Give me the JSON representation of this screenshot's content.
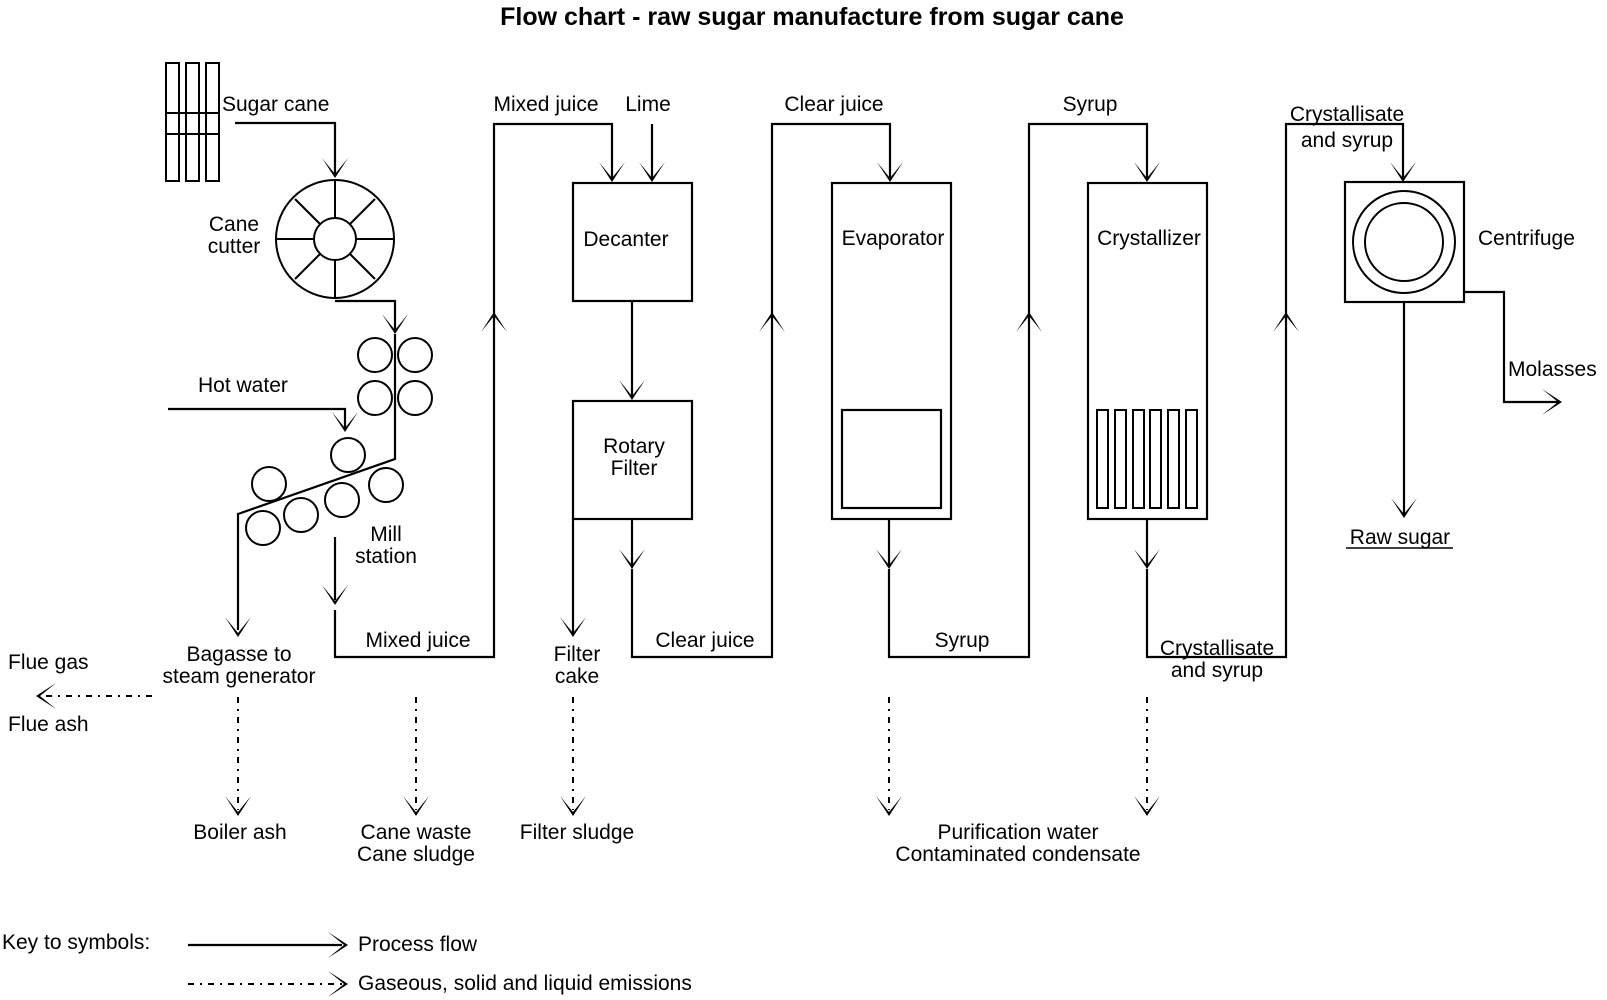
{
  "title": "Flow chart - raw sugar manufacture from sugar cane",
  "colors": {
    "line": "#000000",
    "background": "#ffffff"
  },
  "equipment": {
    "cane_cutter": [
      "Cane",
      "cutter"
    ],
    "mill_station": [
      "Mill",
      "station"
    ],
    "decanter": "Decanter",
    "rotary_filter": [
      "Rotary",
      "Filter"
    ],
    "evaporator": "Evaporator",
    "crystallizer": "Crystallizer",
    "centrifuge": "Centrifuge"
  },
  "streams": {
    "sugar_cane": "Sugar cane",
    "hot_water": "Hot water",
    "mixed_juice_out": "Mixed juice",
    "mixed_juice_in": "Mixed juice",
    "lime": "Lime",
    "clear_juice_out": "Clear juice",
    "clear_juice_in": "Clear juice",
    "syrup_out": "Syrup",
    "syrup_in": "Syrup",
    "crystallisate_out": [
      "Crystallisate",
      "and syrup"
    ],
    "crystallisate_in": [
      "Crystallisate",
      "and syrup"
    ],
    "filter_cake": [
      "Filter",
      "cake"
    ],
    "bagasse": [
      "Bagasse to",
      "steam generator"
    ],
    "molasses": "Molasses",
    "raw_sugar": "Raw sugar"
  },
  "emissions": {
    "flue": [
      "Flue gas",
      "Flue ash"
    ],
    "boiler_ash": "Boiler ash",
    "cane_waste": [
      "Cane waste",
      "Cane sludge"
    ],
    "filter_sludge": "Filter sludge",
    "purification": [
      "Purification water",
      "Contaminated condensate"
    ]
  },
  "legend": {
    "heading": "Key to symbols:",
    "items": [
      {
        "style": "solid",
        "label": "Process flow"
      },
      {
        "style": "dash-dot",
        "label": "Gaseous, solid and liquid emissions"
      }
    ]
  }
}
